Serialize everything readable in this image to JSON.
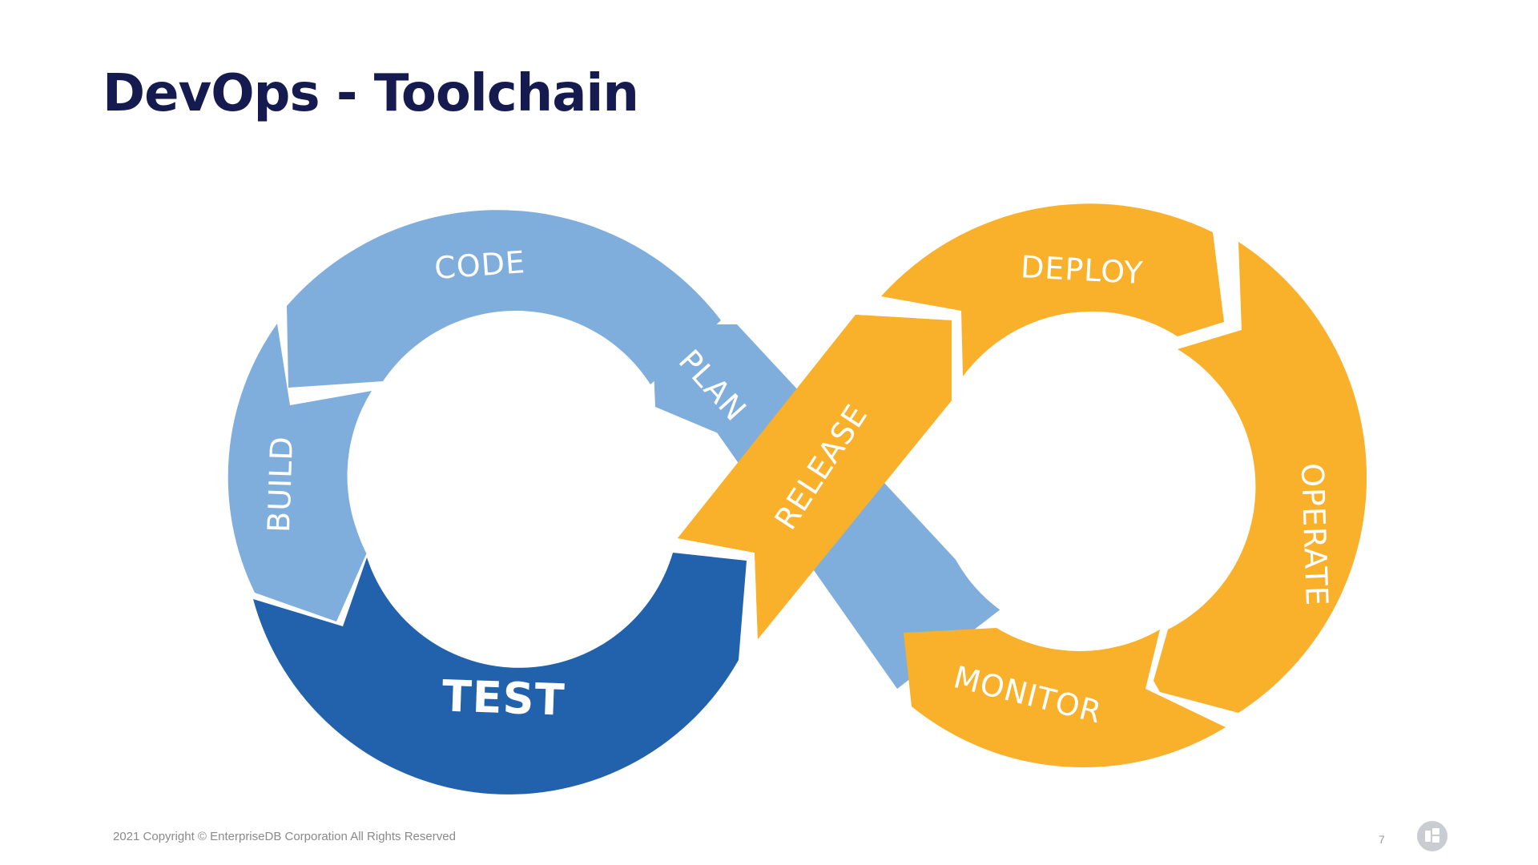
{
  "slide": {
    "title": "DevOps - Toolchain"
  },
  "diagram": {
    "colors": {
      "light_blue": "#80aedc",
      "dark_blue": "#2262ac",
      "orange": "#f9b02a",
      "separator": "#ffffff"
    },
    "stages": [
      {
        "id": "code",
        "label": "CODE",
        "color": "light_blue"
      },
      {
        "id": "plan",
        "label": "PLAN",
        "color": "light_blue"
      },
      {
        "id": "build",
        "label": "BUILD",
        "color": "light_blue"
      },
      {
        "id": "test",
        "label": "TEST",
        "color": "dark_blue"
      },
      {
        "id": "release",
        "label": "RELEASE",
        "color": "orange"
      },
      {
        "id": "deploy",
        "label": "DEPLOY",
        "color": "orange"
      },
      {
        "id": "operate",
        "label": "OPERATE",
        "color": "orange"
      },
      {
        "id": "monitor",
        "label": "MONITOR",
        "color": "orange"
      }
    ]
  },
  "footer": {
    "copyright": "2021 Copyright © EnterpriseDB Corporation All Rights Reserved",
    "page_number": "7",
    "logo_icon": "edb-logo-icon"
  }
}
